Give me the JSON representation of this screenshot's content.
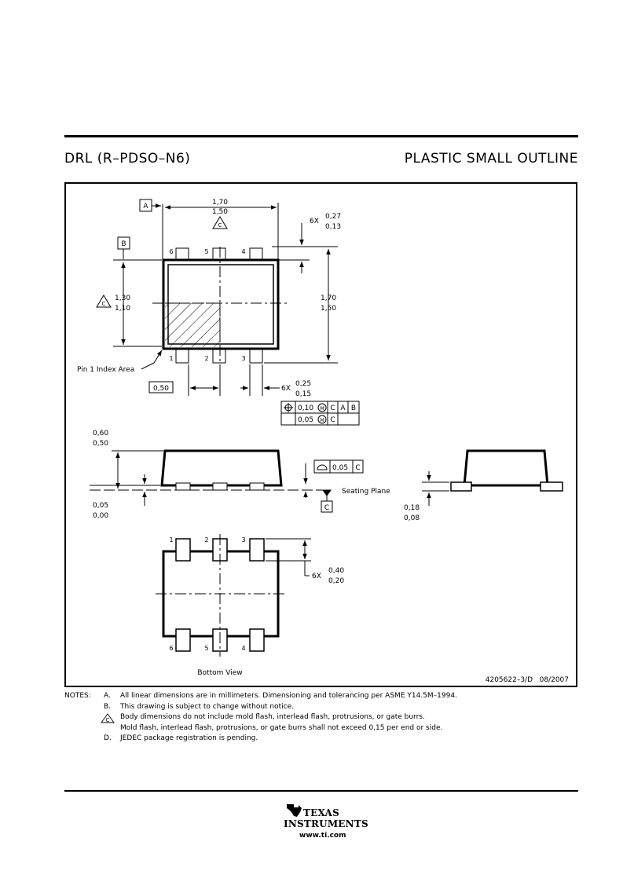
{
  "header": {
    "package_code": "DRL (R–PDSO–N6)",
    "package_type": "PLASTIC SMALL OUTLINE"
  },
  "top_view": {
    "datum_a": "A",
    "datum_b": "B",
    "width_max": "1,70",
    "width_min": "1,50",
    "width_note": "C",
    "lead_width_qty": "6X",
    "lead_width_max": "0,27",
    "lead_width_min": "0,13",
    "body_len_max": "1,30",
    "body_len_min": "1,10",
    "body_len_note": "C",
    "overall_max": "1,70",
    "overall_min": "1,50",
    "pitch": "0,50",
    "lead_qty": "6X",
    "lead_max": "0,25",
    "lead_min": "0,15",
    "pin1_label": "Pin 1 Index Area",
    "pins": [
      "1",
      "2",
      "3",
      "4",
      "5",
      "6"
    ],
    "tol1_value": "0,10",
    "tol1_mod": "M",
    "tol1_ref1": "C",
    "tol1_ref2": "A",
    "tol1_ref3": "B",
    "tol2_value": "0,05",
    "tol2_mod": "M",
    "tol2_ref1": "C"
  },
  "side_view": {
    "height_max": "0,60",
    "height_min": "0,50",
    "standoff_max": "0,05",
    "standoff_min": "0,00",
    "coplanarity": "0,05",
    "coplanarity_ref": "C",
    "seating_plane": "Seating Plane",
    "datum_c": "C"
  },
  "end_view": {
    "thick_max": "0,18",
    "thick_min": "0,08"
  },
  "bottom_view": {
    "label": "Bottom View",
    "lead_qty": "6X",
    "lead_max": "0,40",
    "lead_min": "0,20",
    "pins": [
      "1",
      "2",
      "3",
      "6",
      "5",
      "4"
    ]
  },
  "drawing_number": "4205622–3/D   08/2007",
  "notes": {
    "heading": "NOTES:",
    "items": [
      {
        "key": "A.",
        "text": "All linear dimensions are in millimeters.  Dimensioning and tolerancing per ASME Y14.5M–1994."
      },
      {
        "key": "B.",
        "text": "This drawing is subject to change without notice."
      },
      {
        "key": "C",
        "text": "Body dimensions do not include mold flash, interlead flash, protrusions, or gate burrs."
      },
      {
        "key": "",
        "text": "Mold flash, interlead flash, protrusions, or gate burrs shall not exceed 0,15 per end or side."
      },
      {
        "key": "D.",
        "text": "JEDEC package registration is pending."
      }
    ]
  },
  "footer": {
    "brand_line1": "TEXAS",
    "brand_line2": "INSTRUMENTS",
    "url": "www.ti.com"
  }
}
